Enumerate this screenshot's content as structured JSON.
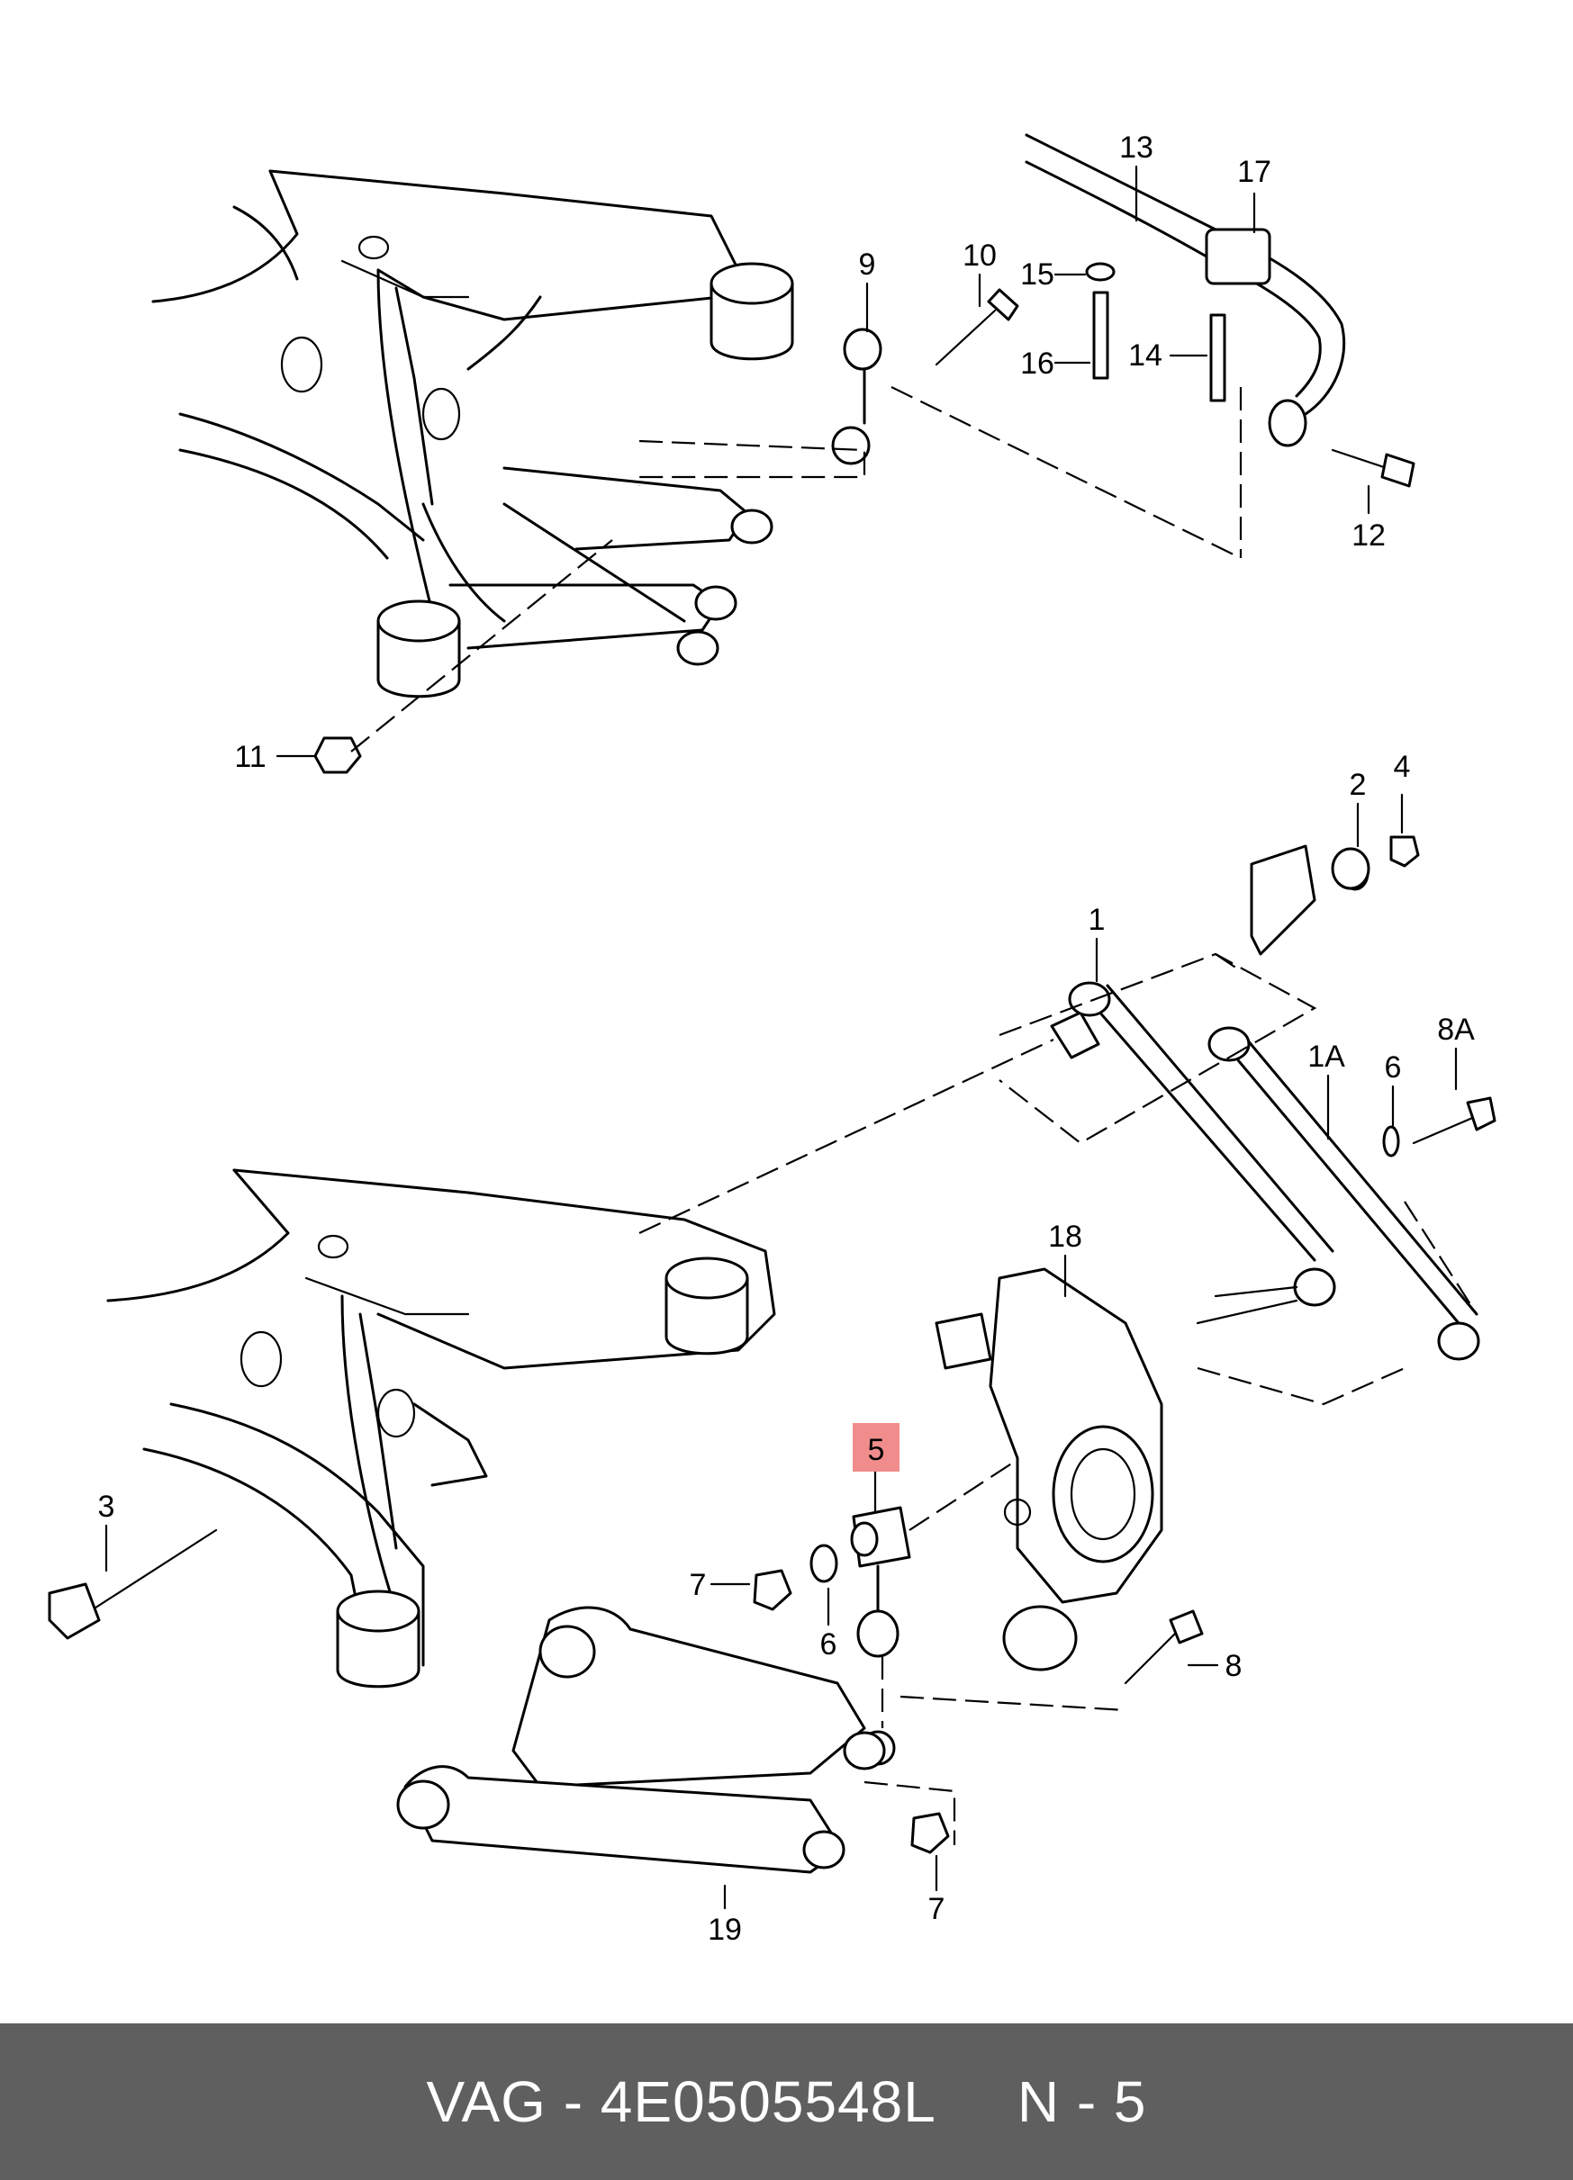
{
  "callouts": {
    "c1": "1",
    "c1A": "1A",
    "c2": "2",
    "c3": "3",
    "c4": "4",
    "c5": "5",
    "c6a": "6",
    "c6b": "6",
    "c7a": "7",
    "c7b": "7",
    "c8": "8",
    "c8A": "8A",
    "c9": "9",
    "c10": "10",
    "c11": "11",
    "c12": "12",
    "c13": "13",
    "c14": "14",
    "c15": "15",
    "c16": "16",
    "c17": "17",
    "c18": "18",
    "c19": "19"
  },
  "highlight": {
    "part": "5",
    "color": "#f08c8c"
  },
  "footer": {
    "brand_and_part": "VAG - 4E0505548L",
    "reference": "N - 5"
  },
  "colors": {
    "footer_bg": "#5f5f5f",
    "footer_text": "#ffffff",
    "line": "#000000"
  }
}
